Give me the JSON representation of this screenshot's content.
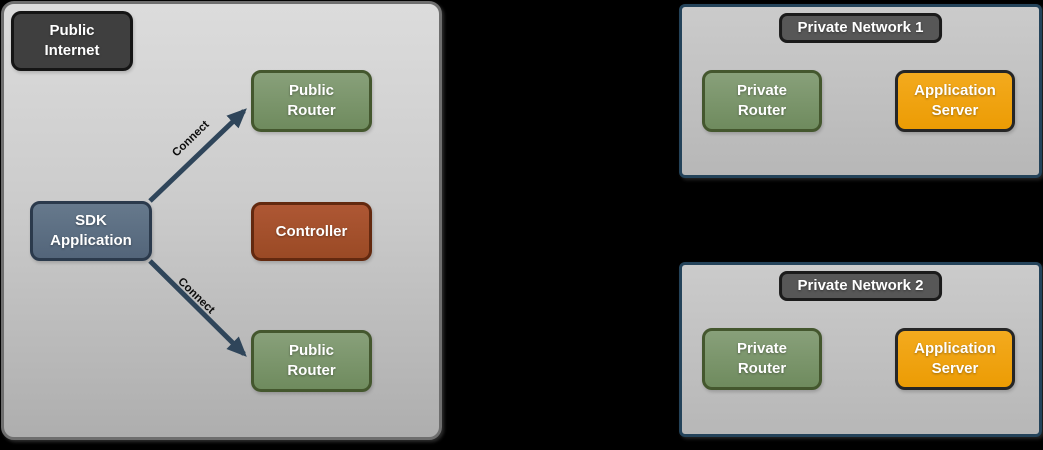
{
  "diagram": {
    "public_internet_cluster": {
      "tag": {
        "line1": "Public",
        "line2": "Internet"
      },
      "nodes": {
        "public_router_top": {
          "line1": "Public",
          "line2": "Router"
        },
        "sdk_application": {
          "line1": "SDK",
          "line2": "Application"
        },
        "controller": {
          "line1": "Controller",
          "line2": ""
        },
        "public_router_bottom": {
          "line1": "Public",
          "line2": "Router"
        }
      },
      "connections": [
        {
          "label": "Connect"
        },
        {
          "label": "Connect"
        }
      ]
    },
    "private_network_1": {
      "title": "Private Network 1",
      "nodes": {
        "private_router": {
          "line1": "Private",
          "line2": "Router"
        },
        "application_server": {
          "line1": "Application",
          "line2": "Server"
        }
      }
    },
    "private_network_2": {
      "title": "Private Network 2",
      "nodes": {
        "private_router": {
          "line1": "Private",
          "line2": "Router"
        },
        "application_server": {
          "line1": "Application",
          "line2": "Server"
        }
      }
    }
  },
  "colors": {
    "canvas_background": "#000000",
    "cluster_fill": "#CFCFCF",
    "cluster_border": "#6E6E6E",
    "network_border": "#24435A",
    "node_green": "#7D9A6E",
    "node_green_border": "#44572E",
    "node_slate": "#5D7184",
    "node_slate_border": "#2B3A4C",
    "node_rust": "#A4512E",
    "node_rust_border": "#63290F",
    "node_orange": "#F2A30D",
    "node_orange_border": "#2B2B2B",
    "node_dark": "#3F3F3F",
    "label_gray": "#575757",
    "arrow": "#2F455A",
    "text_light": "#FFFFFF",
    "text_dark": "#0D0D0D"
  }
}
